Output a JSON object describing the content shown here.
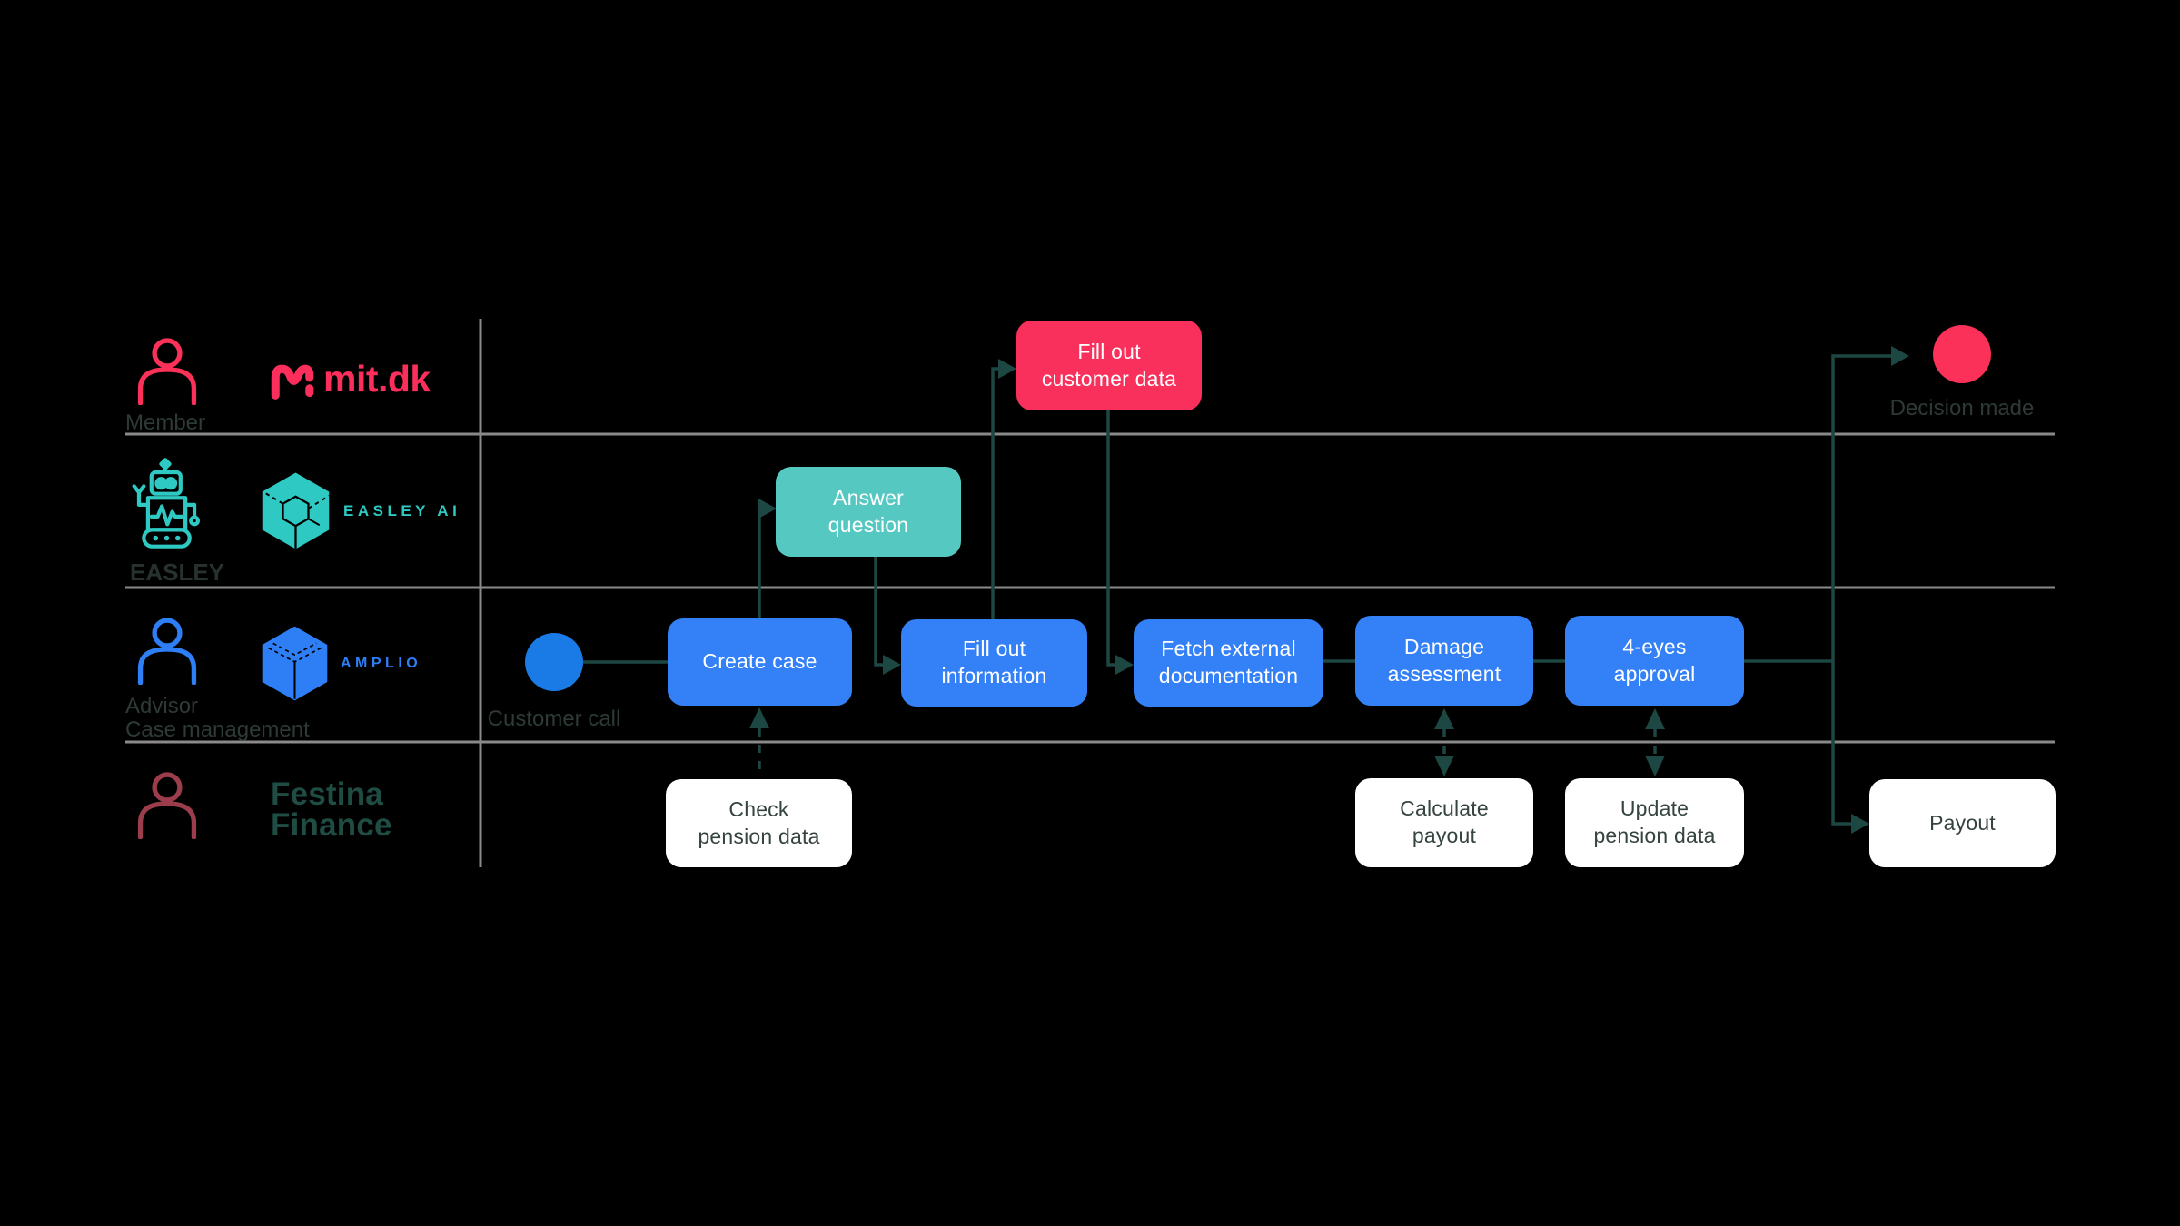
{
  "diagram": {
    "kind": "swimlane-process",
    "colors": {
      "background": "#000000",
      "task_blue": "#3380F7",
      "task_teal": "#55C8C1",
      "task_red": "#F9305B",
      "task_white": "#FFFFFF",
      "start_event_blue": "#1A7BE6",
      "end_event_red": "#FB3159",
      "connector_dark_teal": "#1D4742",
      "lane_line_gray": "#8A8A8A",
      "muted_label": "#2D3A37",
      "mitdk_pink": "#FB2E5C",
      "easley_teal": "#2FC9C3",
      "amplio_blue": "#2E7FF6",
      "festina_green": "#1F4D44",
      "festina_icon_maroon": "#9C3D4C"
    }
  },
  "lanes": [
    {
      "actor": "Member",
      "logo": "mit.dk",
      "icon": "person-icon"
    },
    {
      "actor": "EASLEY",
      "logo": "EASLEY AI",
      "icon": "robot-icon"
    },
    {
      "actor": "Advisor",
      "actor_line2": "Case management",
      "logo": "AMPLIO",
      "icon": "person-icon"
    },
    {
      "actor": "",
      "logo_line1": "Festina",
      "logo_line2": "Finance",
      "icon": "person-icon"
    }
  ],
  "nodes": {
    "customer_call": {
      "label": "Customer call",
      "type": "start-event"
    },
    "create_case": {
      "label": "Create case",
      "type": "task"
    },
    "answer_question": {
      "label": "Answer\nquestion",
      "type": "task"
    },
    "fill_out_customer_data": {
      "label": "Fill out\ncustomer data",
      "type": "task"
    },
    "fill_out_information": {
      "label": "Fill out\ninformation",
      "type": "task"
    },
    "fetch_external_documentation": {
      "label": "Fetch external\ndocumentation",
      "type": "task"
    },
    "damage_assessment": {
      "label": "Damage\nassessment",
      "type": "task"
    },
    "four_eyes_approval": {
      "label": "4-eyes\napproval",
      "type": "task"
    },
    "check_pension_data": {
      "label": "Check\npension data",
      "type": "task"
    },
    "calculate_payout": {
      "label": "Calculate\npayout",
      "type": "task"
    },
    "update_pension_data": {
      "label": "Update\npension data",
      "type": "task"
    },
    "payout": {
      "label": "Payout",
      "type": "task"
    },
    "decision_made": {
      "label": "Decision made",
      "type": "end-event"
    }
  },
  "flows": [
    {
      "from": "customer_call",
      "to": "create_case",
      "style": "solid"
    },
    {
      "from": "create_case",
      "to": "answer_question",
      "style": "solid"
    },
    {
      "from": "answer_question",
      "to": "fill_out_information",
      "style": "solid"
    },
    {
      "from": "fill_out_information",
      "to": "fill_out_customer_data",
      "style": "solid"
    },
    {
      "from": "fill_out_customer_data",
      "to": "fetch_external_documentation",
      "style": "solid"
    },
    {
      "from": "fetch_external_documentation",
      "to": "damage_assessment",
      "style": "solid"
    },
    {
      "from": "damage_assessment",
      "to": "four_eyes_approval",
      "style": "solid"
    },
    {
      "from": "four_eyes_approval",
      "to": "decision_made",
      "style": "solid"
    },
    {
      "from": "four_eyes_approval",
      "to": "payout",
      "style": "solid"
    },
    {
      "from": "check_pension_data",
      "to": "create_case",
      "style": "dashed"
    },
    {
      "from": "damage_assessment",
      "to": "calculate_payout",
      "style": "dashed",
      "bidirectional": true
    },
    {
      "from": "four_eyes_approval",
      "to": "update_pension_data",
      "style": "dashed",
      "bidirectional": true
    }
  ]
}
